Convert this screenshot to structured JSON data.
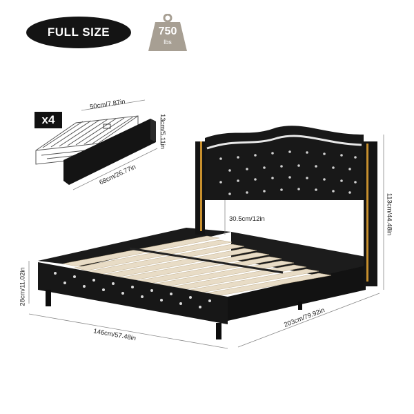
{
  "badge": {
    "size_label": "FULL SIZE"
  },
  "weight": {
    "value": "750",
    "unit": "lbs",
    "icon": "weight-icon"
  },
  "drawer": {
    "count_label": "x4"
  },
  "dimensions": {
    "drawer_width": "50cm/7.87in",
    "drawer_height": "13cm/5.11in",
    "drawer_length": "68cm/26.77in",
    "headboard_gap": "30.5cm/12in",
    "total_height": "113cm/44.48in",
    "side_height": "28cm/11.02in",
    "bed_width": "146cm/57.48in",
    "bed_length": "203cm/79.92in"
  },
  "colors": {
    "bed": "#151515",
    "slat": "#e8dcc6",
    "gold": "#c8902e",
    "weight_gray": "#a79f93"
  }
}
